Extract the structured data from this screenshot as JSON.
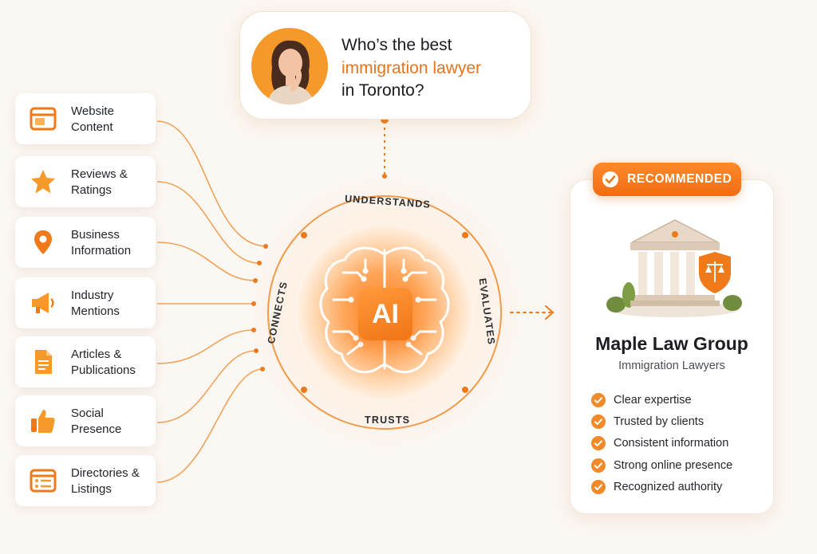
{
  "question": {
    "line1": "Who’s the best",
    "highlight": "immigration lawyer",
    "line3": "in Toronto?",
    "avatar_icon": "person-thinking-icon"
  },
  "sources": [
    {
      "label": "Website\nContent",
      "icon": "browser-window-icon"
    },
    {
      "label": "Reviews &\nRatings",
      "icon": "star-icon"
    },
    {
      "label": "Business\nInformation",
      "icon": "location-pin-icon"
    },
    {
      "label": "Industry\nMentions",
      "icon": "megaphone-icon"
    },
    {
      "label": "Articles &\nPublications",
      "icon": "document-icon"
    },
    {
      "label": "Social\nPresence",
      "icon": "thumbs-up-icon"
    },
    {
      "label": "Directories &\nListings",
      "icon": "directory-list-icon"
    }
  ],
  "engine": {
    "center_label": "AI",
    "ring_labels": {
      "top": "UNDERSTANDS",
      "right": "EVALUATES",
      "bottom": "TRUSTS",
      "left": "CONNECTS"
    }
  },
  "result": {
    "badge": "RECOMMENDED",
    "firm_name": "Maple Law Group",
    "firm_type": "Immigration Lawyers",
    "features": [
      "Clear expertise",
      "Trusted by clients",
      "Consistent information",
      "Strong online presence",
      "Recognized authority"
    ]
  },
  "colors": {
    "accent": "#f07a1a",
    "accent_light": "#ffb26b",
    "background": "#fbf7f3",
    "text": "#1f2126"
  }
}
